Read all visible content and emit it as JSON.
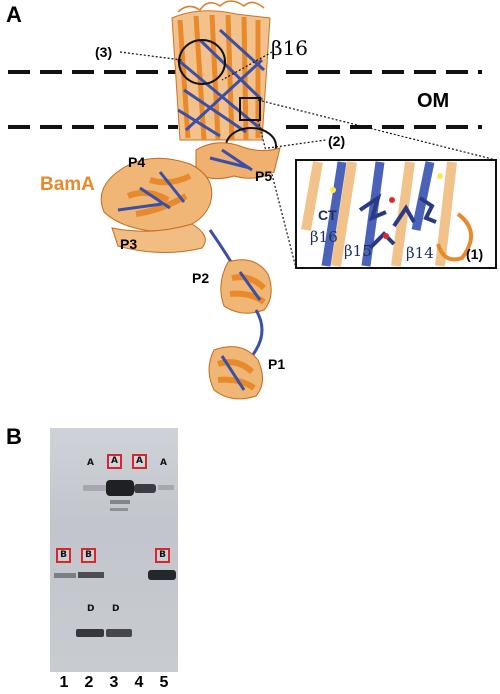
{
  "panel_a": {
    "letter": "A",
    "protein_label": "BamA",
    "membrane_label": "OM",
    "beta_label": "β16",
    "callouts": [
      "(1)",
      "(2)",
      "(3)"
    ],
    "domains": [
      "P1",
      "P2",
      "P3",
      "P4",
      "P5"
    ],
    "inset": {
      "ct": "CT",
      "strands": [
        "β16",
        "β15",
        "β14"
      ],
      "callout": "(1)"
    },
    "colors": {
      "orange": "#e8892b",
      "blue": "#3a4fa8"
    }
  },
  "panel_b": {
    "letter": "B",
    "lanes": [
      "1",
      "2",
      "3",
      "4",
      "5"
    ],
    "band_marks": {
      "a_plain": [
        "A",
        "A"
      ],
      "a_boxed": [
        "A",
        "A"
      ],
      "b_boxed": [
        "B",
        "B",
        "B"
      ],
      "d_plain": [
        "D",
        "D"
      ]
    },
    "box_color": "#d9262a"
  }
}
